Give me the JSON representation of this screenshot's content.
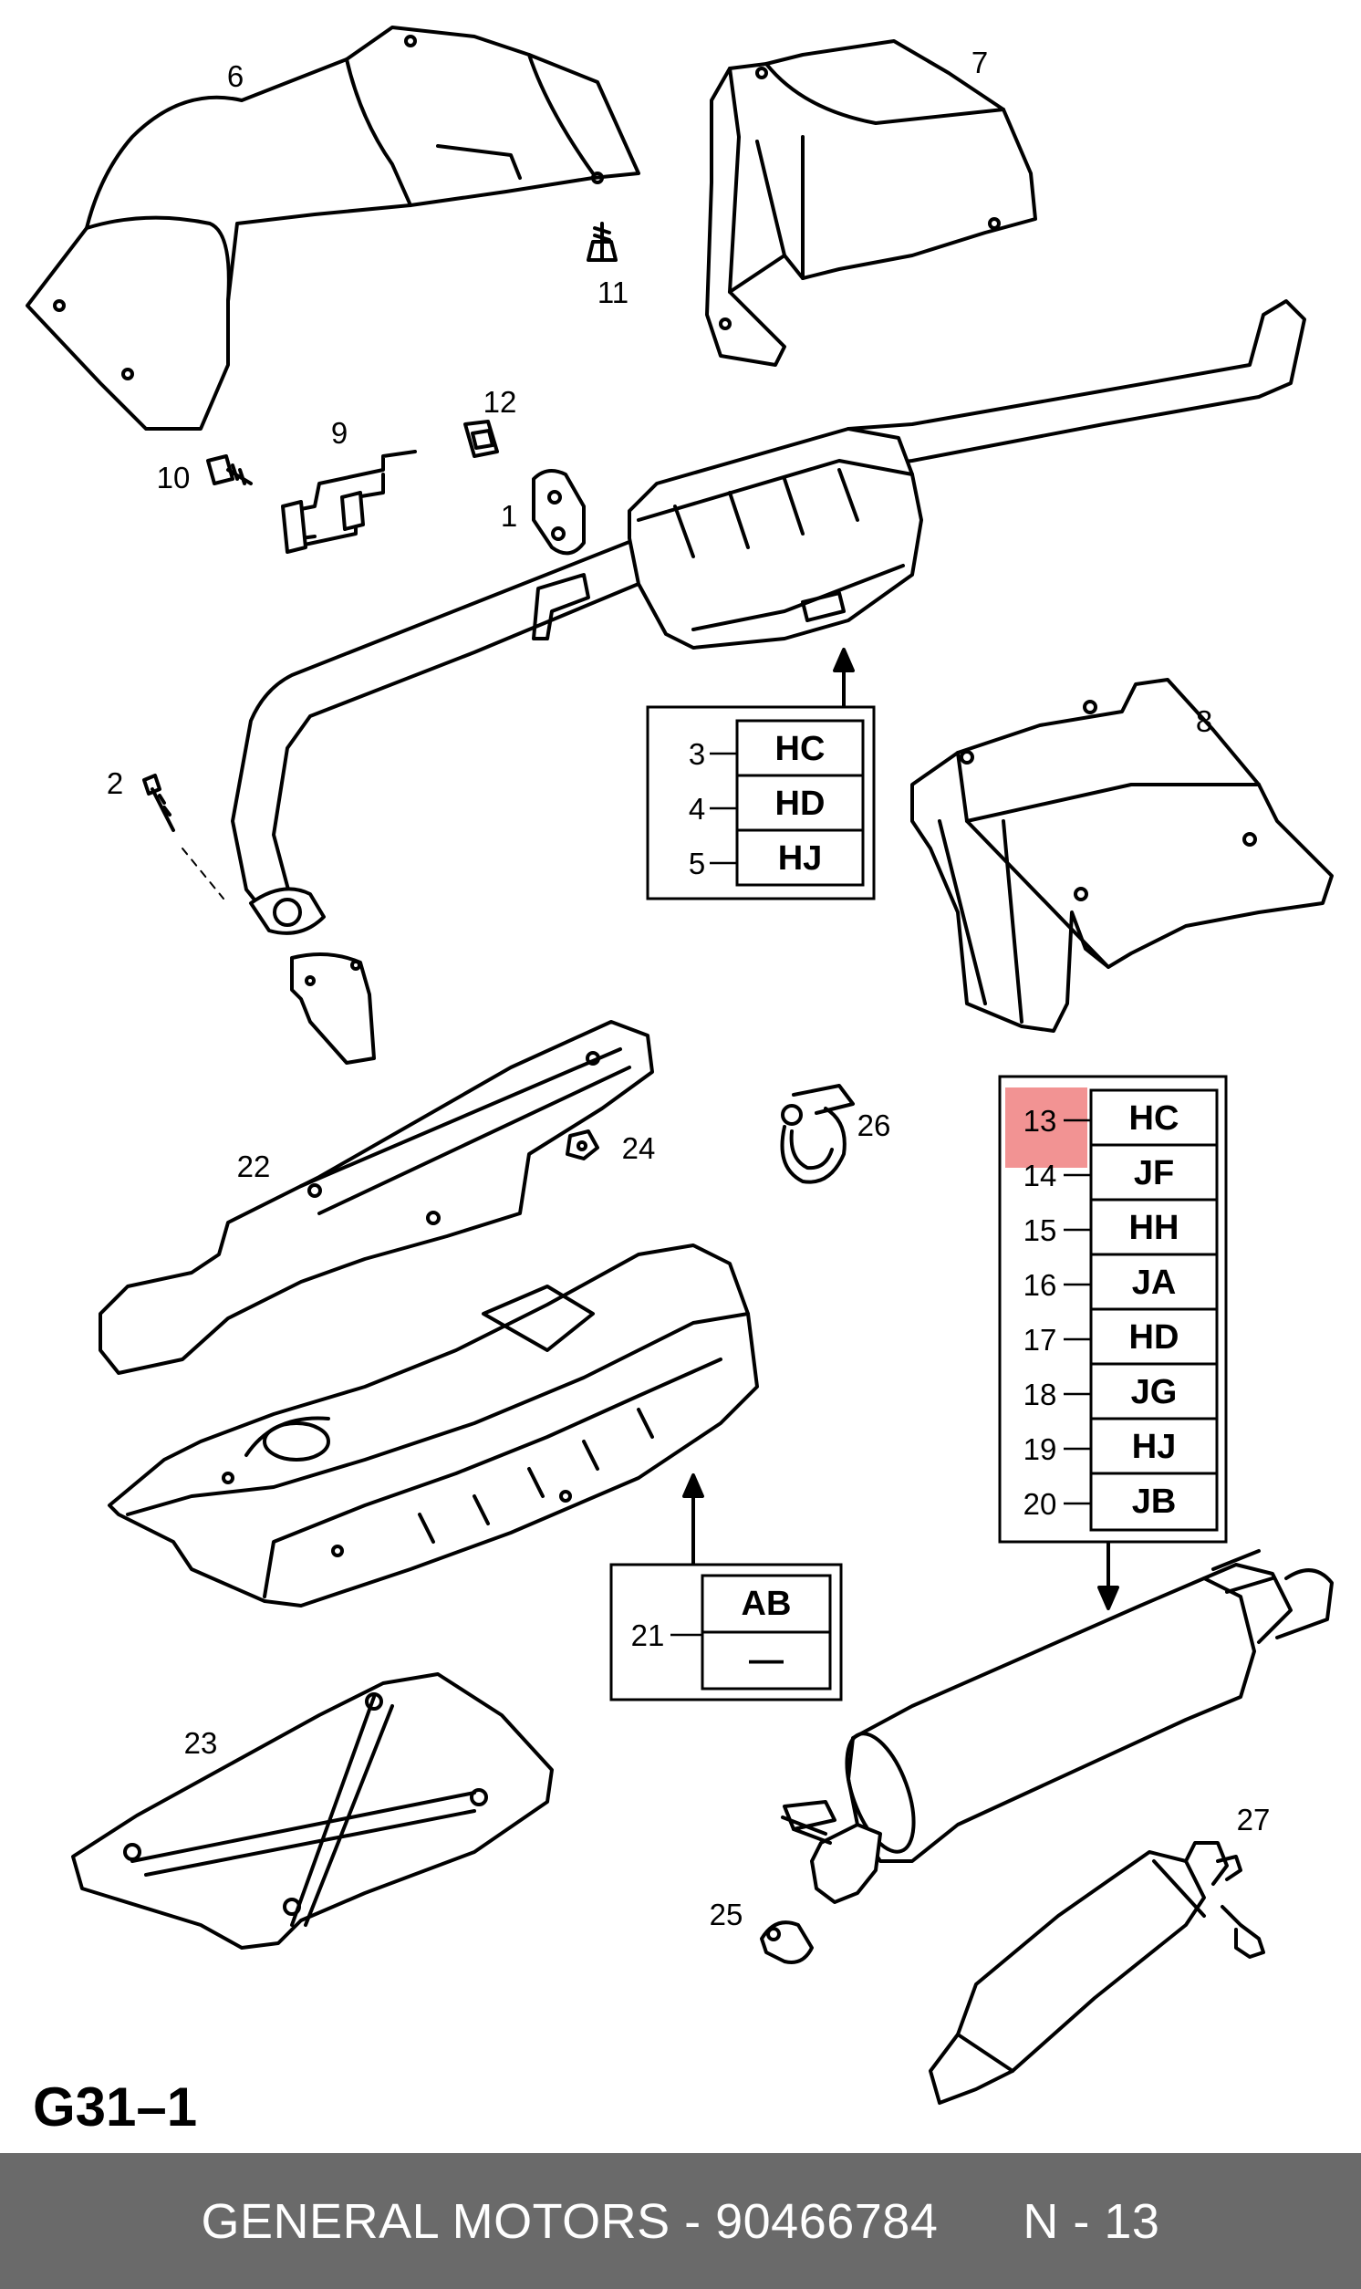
{
  "diagram": {
    "page_code": "G31–1",
    "callouts": [
      "1",
      "2",
      "6",
      "7",
      "8",
      "9",
      "10",
      "11",
      "12",
      "22",
      "23",
      "24",
      "25",
      "26",
      "27"
    ],
    "table_a": {
      "rows": [
        {
          "num": "3",
          "code": "HC"
        },
        {
          "num": "4",
          "code": "HD"
        },
        {
          "num": "5",
          "code": "HJ"
        }
      ]
    },
    "table_b": {
      "rows": [
        {
          "num": "13",
          "code": "HC"
        },
        {
          "num": "14",
          "code": "JF"
        },
        {
          "num": "15",
          "code": "HH"
        },
        {
          "num": "16",
          "code": "JA"
        },
        {
          "num": "17",
          "code": "HD"
        },
        {
          "num": "18",
          "code": "JG"
        },
        {
          "num": "19",
          "code": "HJ"
        },
        {
          "num": "20",
          "code": "JB"
        }
      ],
      "highlight_color": "#f08080"
    },
    "table_c": {
      "num": "21",
      "rows": [
        "AB",
        "—"
      ]
    }
  },
  "footer": {
    "text": "GENERAL MOTORS - 90466784      N - 13",
    "background": "#6a6a6a"
  }
}
